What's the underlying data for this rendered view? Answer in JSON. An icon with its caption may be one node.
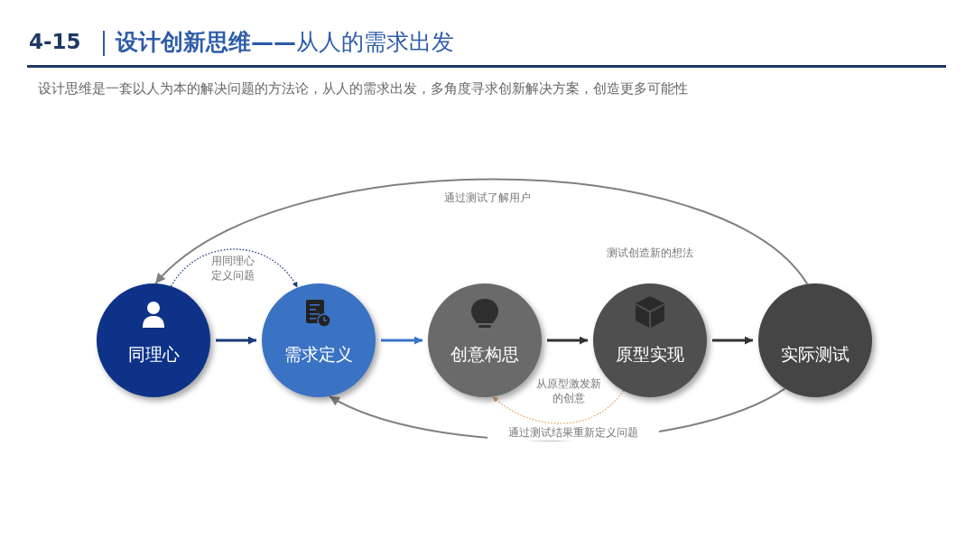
{
  "diagram": {
    "title": "**设计创新思维——**从人的需求出发",
    "nodes": [
      {
        "text": [
          "同理心"
        ]
      },
      {
        "text": [
          "需求定义"
        ]
      },
      {
        "text": [
          "创意构思"
        ]
      },
      {
        "text": [
          "原型实现"
        ]
      },
      {
        "text": [
          "实际测试"
        ]
      }
    ],
    "edges": [
      {
        "from": 0,
        "to": 1,
        "arrow": "to",
        "color": "#1a3a7a"
      },
      {
        "from": 1,
        "to": 2,
        "arrow": "to",
        "color": "#3a73c8"
      },
      {
        "from": 2,
        "to": 3,
        "arrow": "to",
        "color": "#333333"
      },
      {
        "from": 3,
        "to": 4,
        "arrow": "to",
        "color": "#333333"
      },
      {
        "from": 4,
        "to": 0,
        "arrow": "to",
        "label": "通过测试了解用户",
        "color": "#808080"
      },
      {
        "from": 0,
        "to": 1,
        "arrow": "to",
        "label": "用同理心定义问题",
        "style": "dashed",
        "color": "#1a3a7a"
      },
      {
        "from": 3,
        "to": 2,
        "arrow": "to",
        "label": "从原型激发新的创意",
        "style": "dashed",
        "color": "#e0a060"
      },
      {
        "from": 4,
        "to": 1,
        "arrow": "to",
        "label": "通过测试结果重新定义问题",
        "color": "#808080"
      }
    ],
    "labels": [
      "4-15",
      "设计思维是一套以人为本的解决问题的方法论，从人的需求出发，多角度寻求创新解决方案，创造更多可能性",
      "测试创造新的想法"
    ]
  }
}
